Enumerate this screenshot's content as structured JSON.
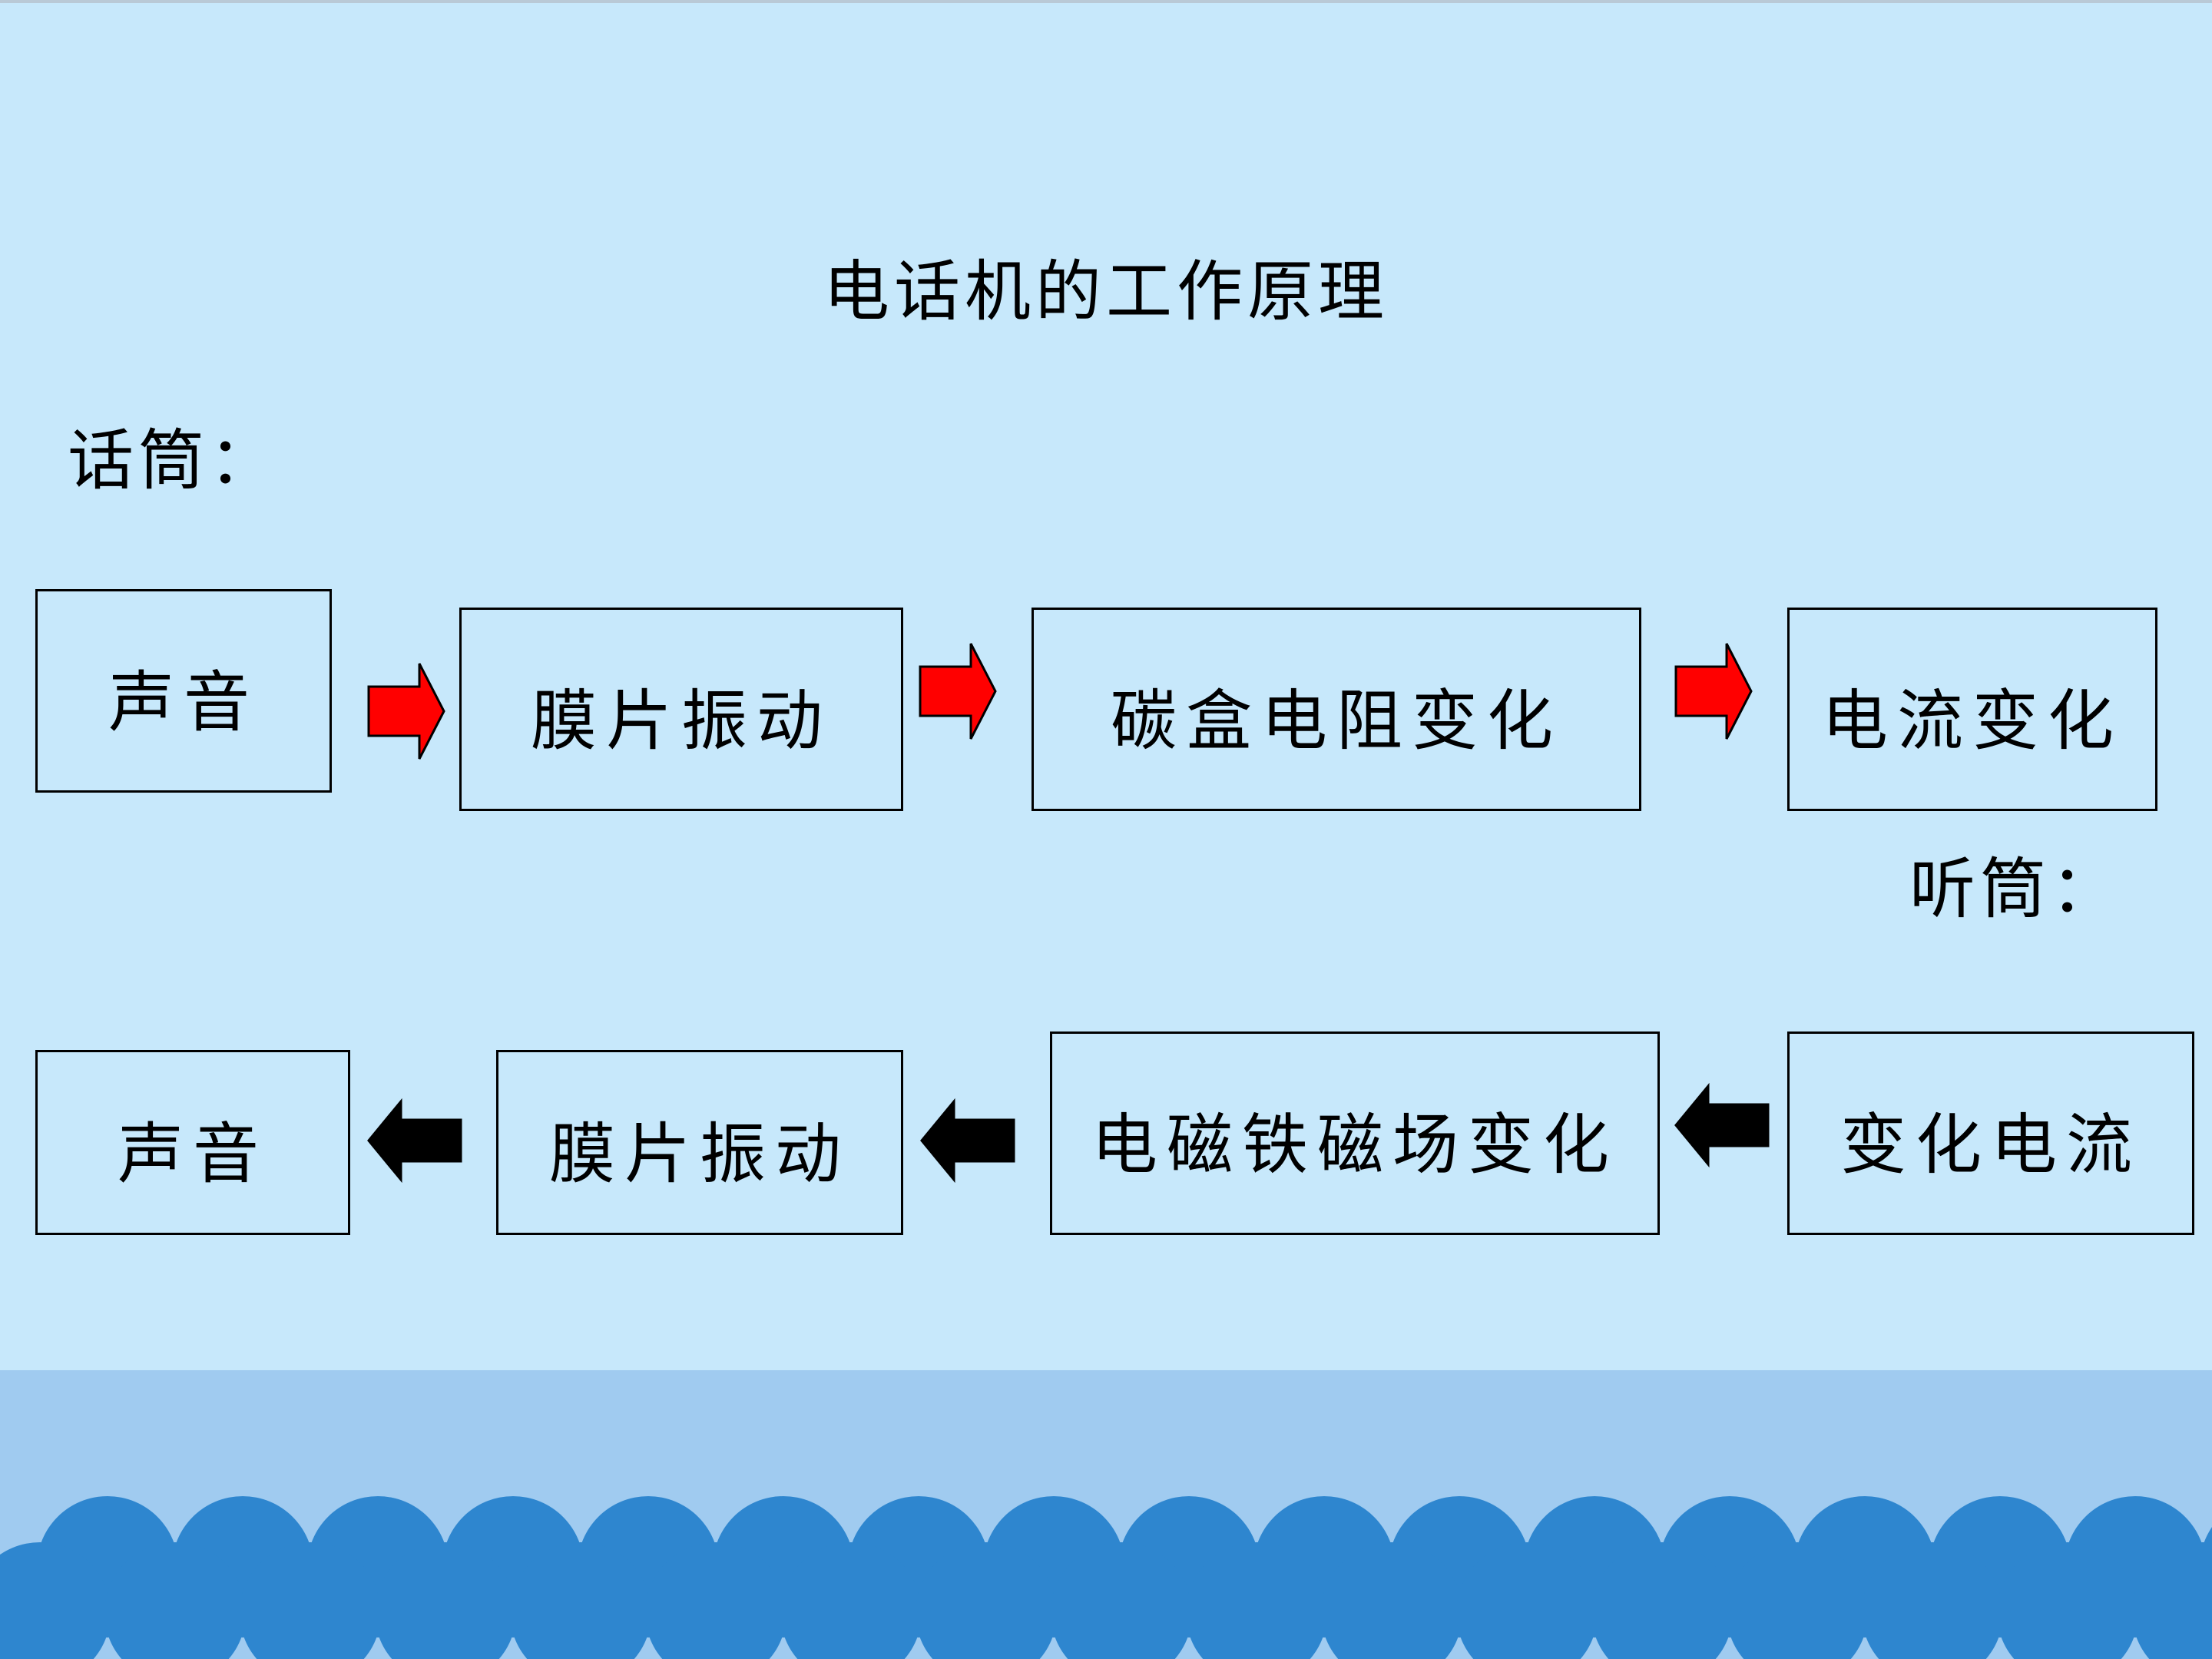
{
  "title": "电话机的工作原理",
  "microphone": {
    "label": "话筒：",
    "steps": [
      "声音",
      "膜片振动",
      "碳盒电阻变化",
      "电流变化"
    ]
  },
  "receiver": {
    "label": "听筒：",
    "steps": [
      "变化电流",
      "电磁铁磁场变化",
      "膜片振动",
      "声音"
    ]
  },
  "colors": {
    "background": "#c7e8fb",
    "forward_arrow": "#ff0000",
    "backward_arrow": "#000000",
    "band": "#a0cbf0",
    "waves": "#2e86cf"
  }
}
